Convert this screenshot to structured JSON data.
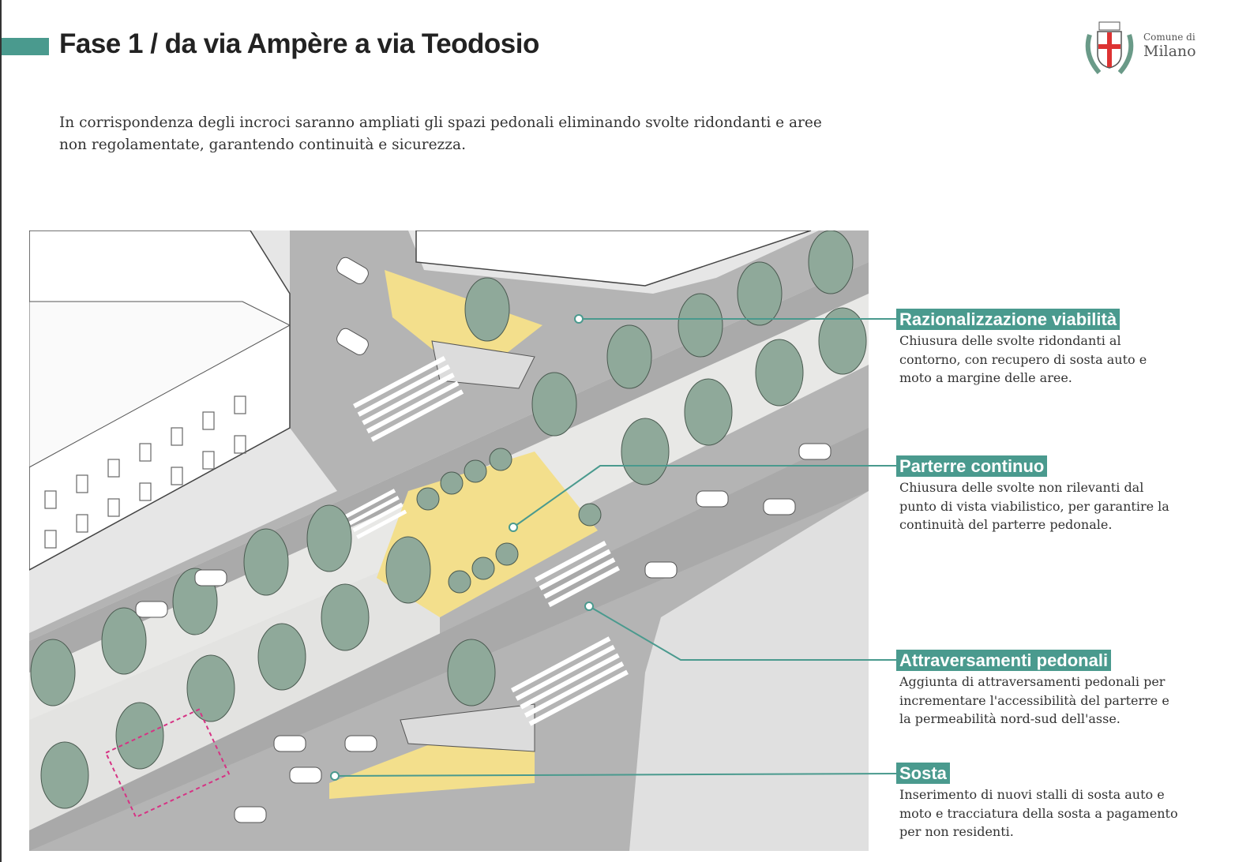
{
  "header": {
    "title": "Fase 1 / da via Ampère a via Teodosio",
    "accent_color": "#4a9a8e"
  },
  "logo": {
    "line1": "Comune di",
    "line2": "Milano"
  },
  "intro": "In corrispondenza degli incroci saranno ampliati gli spazi pedonali eliminando svolte ridondanti e aree non regolamentate, garantendo continuità e sicurezza.",
  "annotations": [
    {
      "title": "Razionalizzazione viabilità",
      "text": "Chiusura delle svolte ridondanti al contorno, con recupero di sosta auto e moto a margine delle aree."
    },
    {
      "title": "Parterre continuo",
      "text": "Chiusura delle svolte non rilevanti dal punto di vista viabilistico, per garantire la continuità del parterre pedonale."
    },
    {
      "title": "Attraversamenti pedonali",
      "text": "Aggiunta di attraversamenti pedonali per incrementare l'accessibilità del parterre e la permeabilità nord-sud dell'asse."
    },
    {
      "title": "Sosta",
      "text": "Inserimento di nuovi stalli di sosta auto e moto e tracciatura della sosta a pagamento per non residenti."
    }
  ]
}
